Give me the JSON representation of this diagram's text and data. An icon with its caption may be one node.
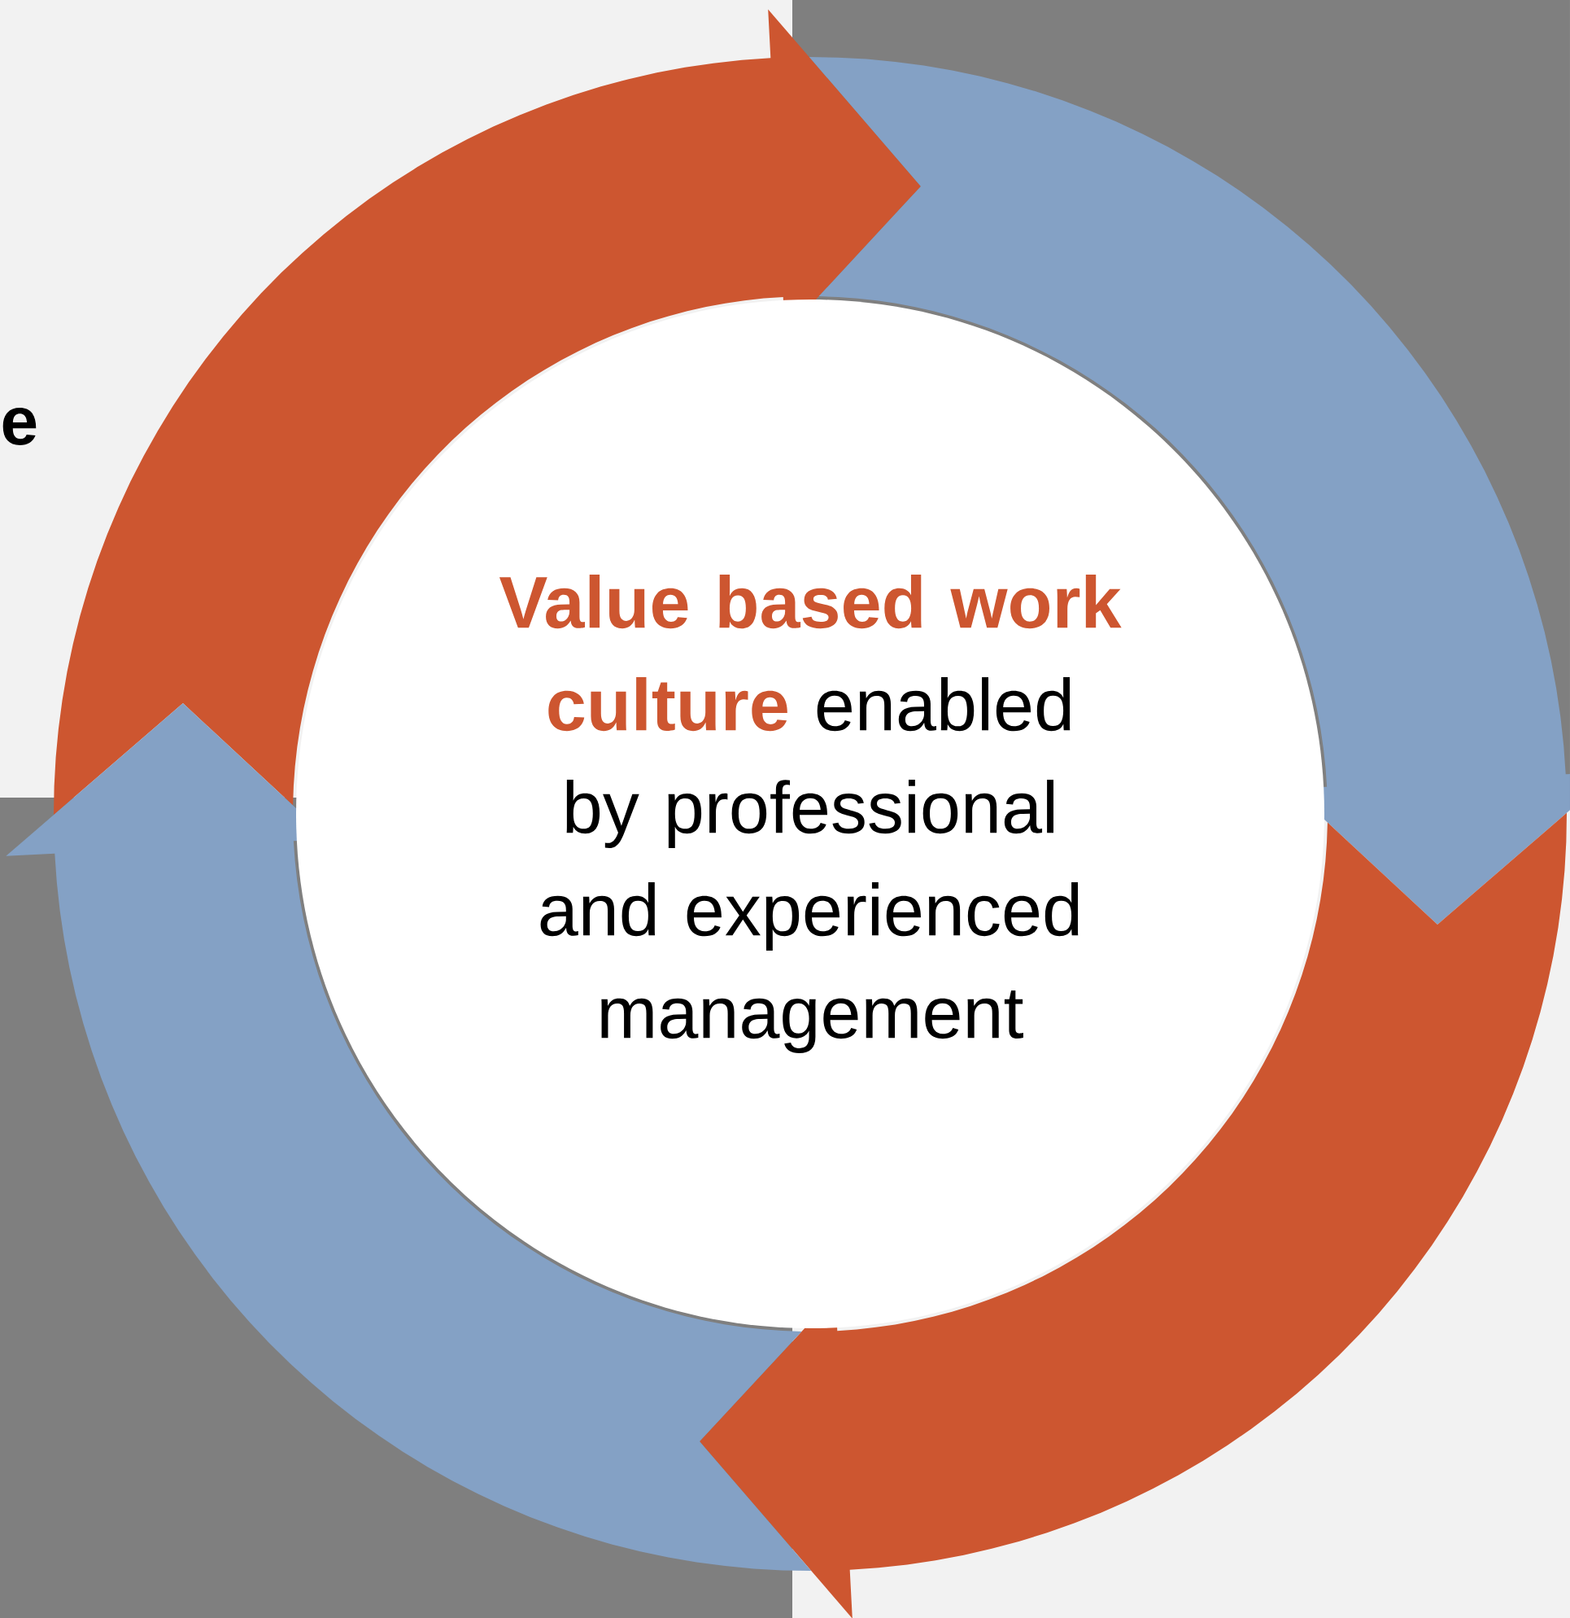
{
  "diagram": {
    "nodes": [
      {
        "text": [
          "Value based work culture",
          "enabled by professional and experienced management"
        ]
      }
    ],
    "labels": [
      "e"
    ]
  }
}
